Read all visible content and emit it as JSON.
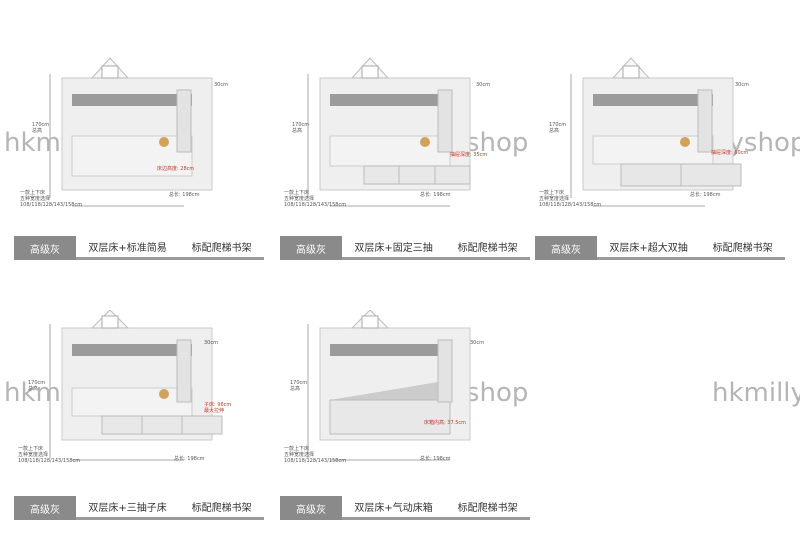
{
  "watermarks": [
    "hkmillyshop",
    "hkmillyshop",
    "hkmillyshop",
    "hkmillyshop",
    "hkmillyshop",
    "hkmillyshop"
  ],
  "panels": [
    {
      "tag": "高级灰",
      "desc": "双层床+标准简易",
      "ladder": "标配爬梯书架",
      "h_top": "30cm",
      "h_total": "170cm",
      "h_total_lbl": "总高",
      "inner": "床边高度: 28cm",
      "len": "总长: 198cm",
      "widths": "一款上下床\n五种宽度选择\n108/118/128/143/158cm"
    },
    {
      "tag": "高级灰",
      "desc": "双层床+固定三抽",
      "ladder": "标配爬梯书架",
      "h_top": "30cm",
      "h_total": "170cm",
      "h_total_lbl": "总高",
      "inner": "抽屉深度: 35cm",
      "len": "总长: 198cm",
      "widths": "一款上下床\n五种宽度选择\n108/118/128/143/158cm"
    },
    {
      "tag": "高级灰",
      "desc": "双层床+超大双抽",
      "ladder": "标配爬梯书架",
      "h_top": "30cm",
      "h_total": "170cm",
      "h_total_lbl": "总高",
      "inner": "抽屉深度: 60cm",
      "len": "总长: 198cm",
      "widths": "一款上下床\n五种宽度选择\n108/118/128/143/158cm"
    },
    {
      "tag": "高级灰",
      "desc": "双层床+三抽子床",
      "ladder": "标配爬梯书架",
      "h_top": "30cm",
      "h_total": "170cm",
      "h_total_lbl": "总高",
      "inner": "子床: 96cm\n最大拉伸",
      "len": "总长: 198cm",
      "widths": "一款上下床\n五种宽度选择\n108/118/128/143/158cm"
    },
    {
      "tag": "高级灰",
      "desc": "双层床+气动床箱",
      "ladder": "标配爬梯书架",
      "h_top": "30cm",
      "h_total": "170cm",
      "h_total_lbl": "总高",
      "inner": "床箱内高: 37.5cm",
      "len": "总长: 198cm",
      "widths": "一款上下床\n五种宽度选择\n108/118/128/143/158cm"
    }
  ]
}
